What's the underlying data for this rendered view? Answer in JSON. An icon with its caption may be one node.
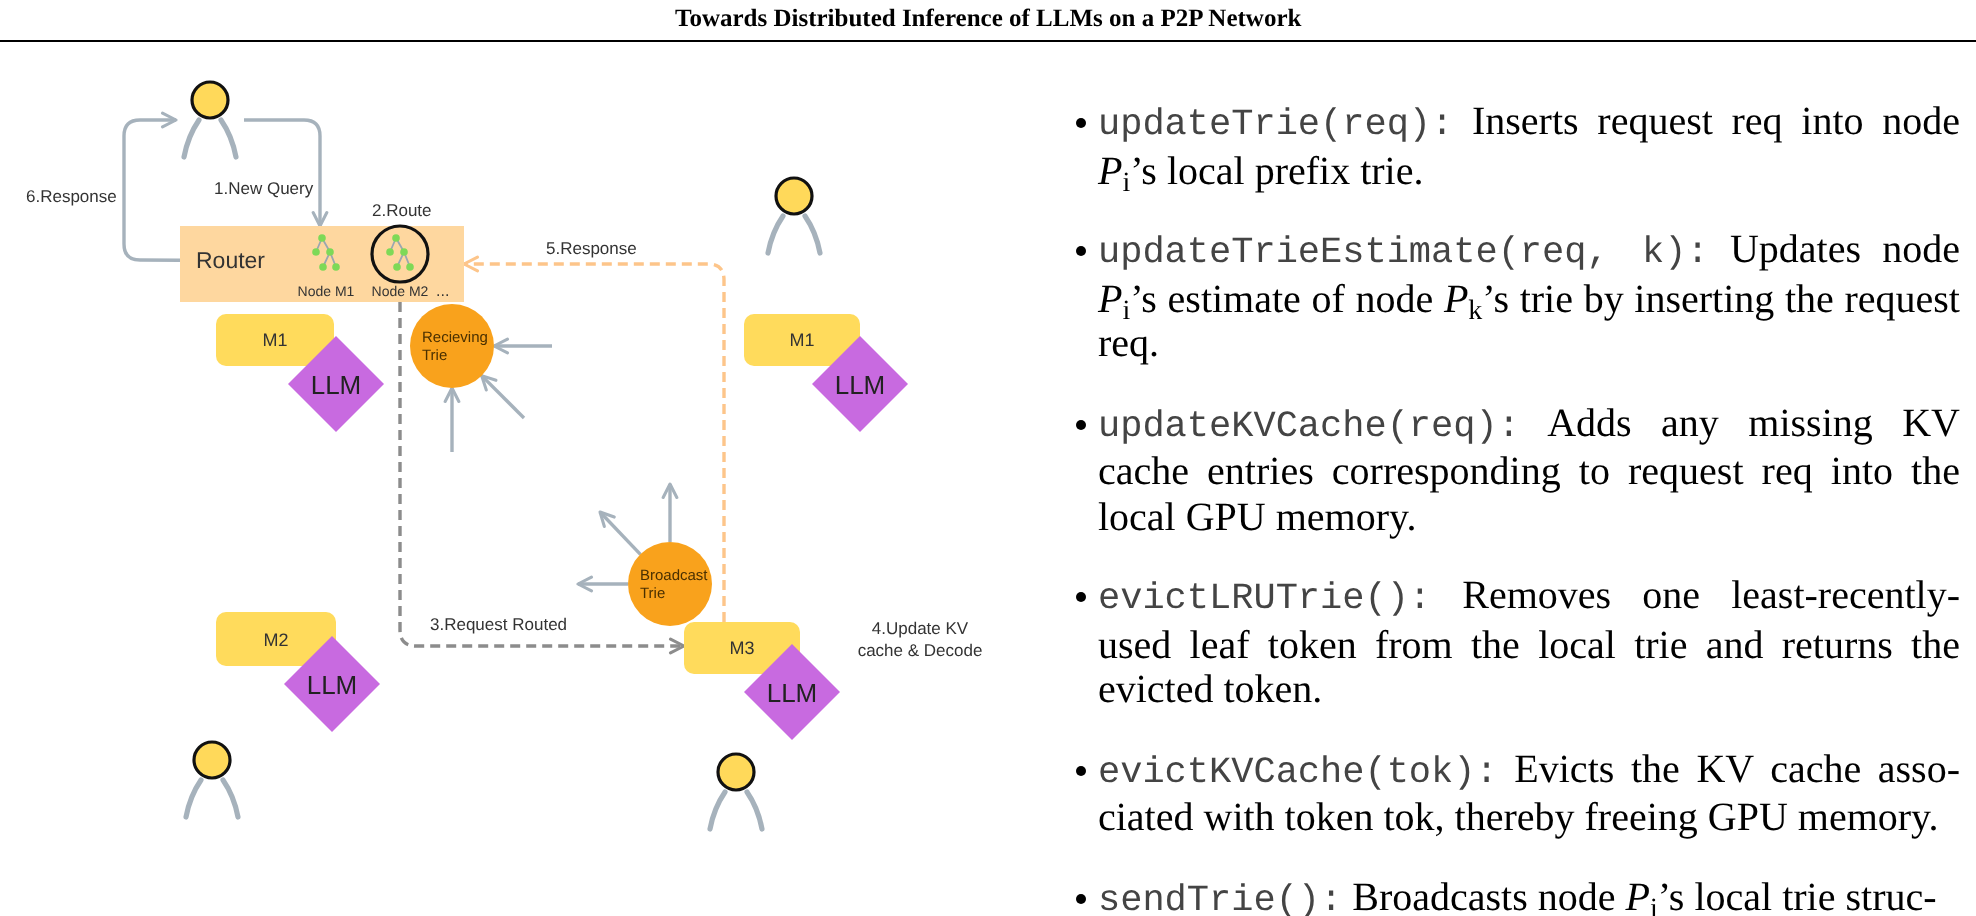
{
  "diagram": {
    "title": "Towards Distributed Inference of LLMs on a P2P Network",
    "nodes": [
      {
        "text": [],
        "shape": "person"
      },
      {
        "text": [
          "Router"
        ]
      },
      {
        "text": [
          "Node M1"
        ],
        "in": 1
      },
      {
        "text": [
          "Node M2"
        ],
        "in": 1,
        "beside": [
          "2.Route"
        ]
      },
      {
        "text": [],
        "shape": "person"
      },
      {
        "text": [
          "Recieving Trie"
        ]
      },
      {
        "text": [
          "M1"
        ]
      },
      {
        "text": [
          "LLM"
        ]
      },
      {
        "text": [
          "M1"
        ]
      },
      {
        "text": [
          "LLM"
        ]
      },
      {
        "text": [
          "Broadcast Trie"
        ]
      },
      {
        "text": [
          "M2"
        ]
      },
      {
        "text": [
          "LLM"
        ]
      },
      {
        "text": [
          "M3"
        ]
      },
      {
        "text": [
          "LLM"
        ]
      },
      {
        "text": [],
        "shape": "person"
      },
      {
        "text": [],
        "shape": "person"
      }
    ],
    "edges": [
      {
        "from": 0,
        "to": 1,
        "arrow": "to",
        "label": "1.New Query"
      },
      {
        "from": 1,
        "to": 0,
        "arrow": "to",
        "label": "6.Response"
      },
      {
        "from": 3,
        "to": 13,
        "arrow": "to",
        "label": "3.Request Routed",
        "style": "dashed",
        "color": "#8c8c8c"
      },
      {
        "from": 13,
        "to": 1,
        "arrow": "to",
        "label": "5.Response",
        "style": "dashed",
        "color": "#fdc58a"
      },
      {
        "from": null,
        "to": 5,
        "arrow": "to"
      },
      {
        "from": null,
        "to": 5,
        "arrow": "to"
      },
      {
        "from": null,
        "to": 5,
        "arrow": "to"
      },
      {
        "from": 10,
        "to": null,
        "arrow": "to"
      },
      {
        "from": 10,
        "to": null,
        "arrow": "to"
      },
      {
        "from": 10,
        "to": null,
        "arrow": "to"
      }
    ],
    "labels": [
      "...",
      "4.Update KV cache & Decode",
      "updateTrie(req): Inserts request req into node *P*$_{i}$’s local prefix trie.",
      "updateTrieEstimate(req, k): Updates node *P*$_{i}$’s estimate of node *P*$_{k}$’s trie by inserting the request req.",
      "updateKVCache(req): Adds any missing KV cache entries corresponding to request req into the local GPU memory.",
      "evictLRUTrie(): Removes one least-recently-used leaf token from the local trie and returns the evicted token.",
      "evictKVCache(tok): Evicts the KV cache asso-ciated with token tok, thereby freeing GPU memory.",
      "sendTrie(): Broadcasts node *P*$_{i}$’s local trie struc-"
    ]
  }
}
